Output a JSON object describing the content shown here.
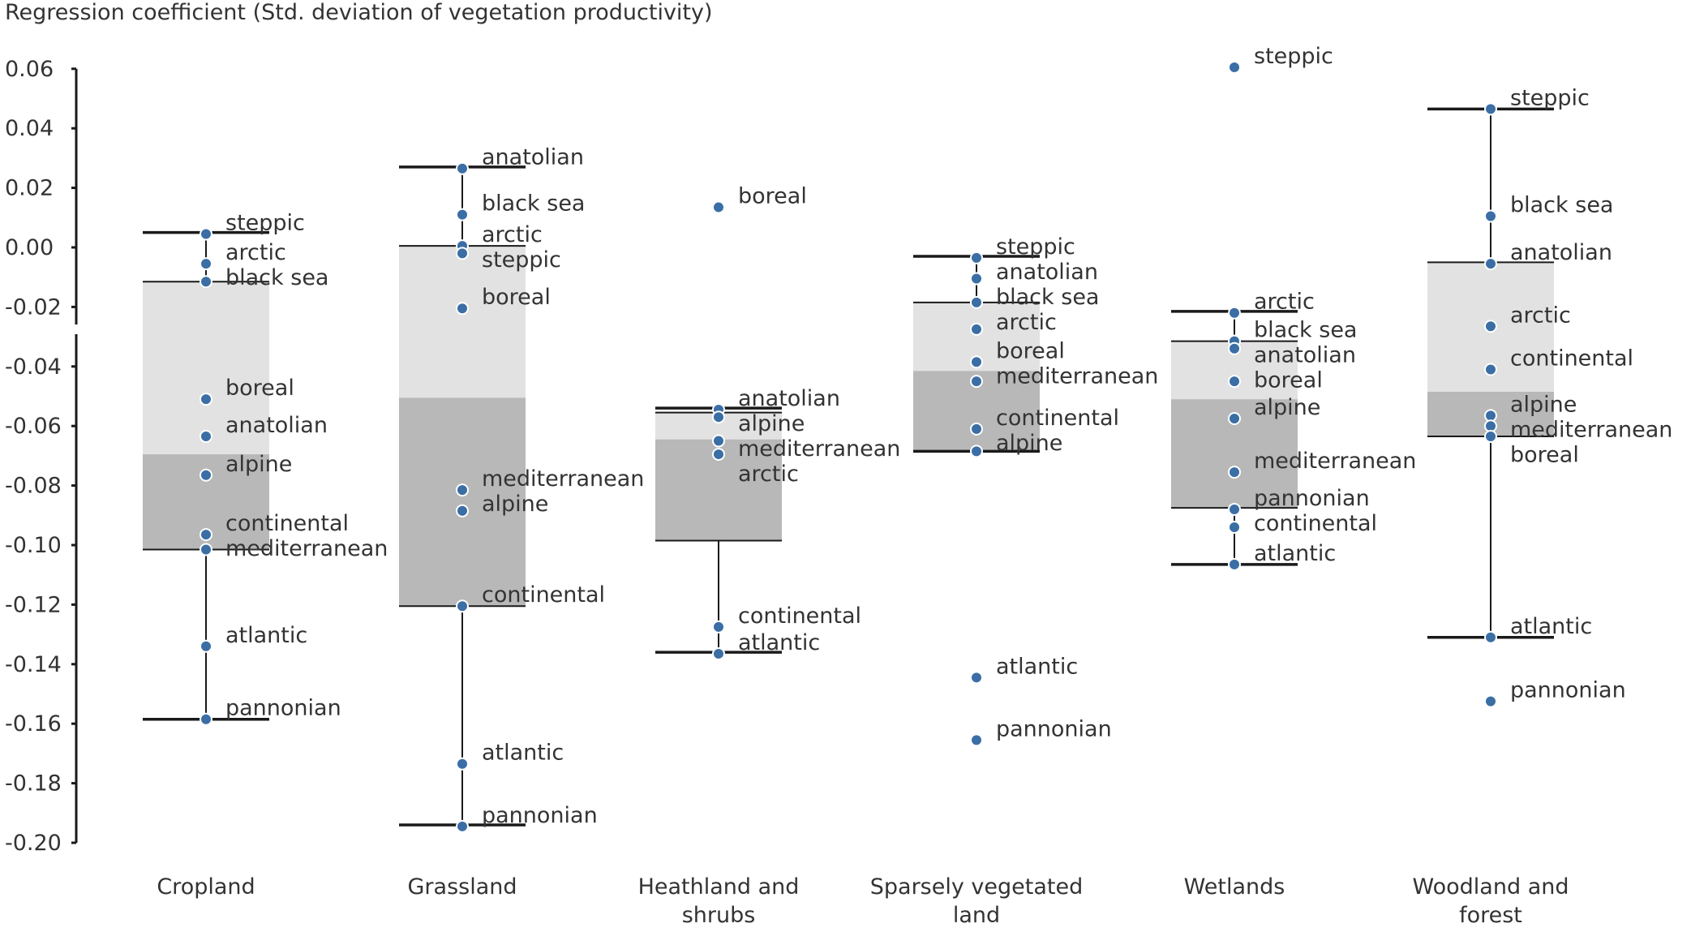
{
  "chart_data": {
    "type": "box",
    "title": "",
    "ylabel": "Regression coefficient (Std. deviation of vegetation productivity)",
    "xlabel": "",
    "ylim": [
      -0.2,
      0.065
    ],
    "yticks": [
      0.06,
      0.04,
      0.02,
      0.0,
      -0.02,
      -0.04,
      -0.06,
      -0.08,
      -0.1,
      -0.12,
      -0.14,
      -0.16,
      -0.18,
      -0.2
    ],
    "ytick_labels": [
      "0.06",
      "0.04",
      "0.02",
      "0.00",
      "-0.02",
      "-0.04",
      "-0.06",
      "-0.08",
      "-0.10",
      "-0.12",
      "-0.14",
      "-0.16",
      "-0.18",
      "-0.20"
    ],
    "grid": false,
    "legend": "none",
    "colors": {
      "point": "#3a6ea5",
      "point_stroke": "#ffffff",
      "box_upper": "#e2e2e2",
      "box_lower": "#b8b8b8",
      "line": "#1a1a1a",
      "text": "#333333"
    },
    "categories": [
      {
        "name": "Cropland",
        "label_lines": [
          "Cropland"
        ],
        "whisker_top": 0.005,
        "q3": -0.0115,
        "median": -0.0695,
        "q1": -0.1015,
        "whisker_bottom": -0.1585,
        "points": [
          {
            "label": "steppic",
            "value": 0.0045
          },
          {
            "label": "arctic",
            "value": -0.0055
          },
          {
            "label": "black sea",
            "value": -0.0115
          },
          {
            "label": "boreal",
            "value": -0.051
          },
          {
            "label": "anatolian",
            "value": -0.0635
          },
          {
            "label": "alpine",
            "value": -0.0765
          },
          {
            "label": "continental",
            "value": -0.0965
          },
          {
            "label": "mediterranean",
            "value": -0.1015
          },
          {
            "label": "atlantic",
            "value": -0.134
          },
          {
            "label": "pannonian",
            "value": -0.1585
          }
        ]
      },
      {
        "name": "Grassland",
        "label_lines": [
          "Grassland"
        ],
        "whisker_top": 0.027,
        "q3": 0.0005,
        "median": -0.0505,
        "q1": -0.1205,
        "whisker_bottom": -0.194,
        "points": [
          {
            "label": "anatolian",
            "value": 0.0265
          },
          {
            "label": "black sea",
            "value": 0.011
          },
          {
            "label": "arctic",
            "value": 0.0005
          },
          {
            "label": "steppic",
            "value": -0.002
          },
          {
            "label": "boreal",
            "value": -0.0205
          },
          {
            "label": "mediterranean",
            "value": -0.0815
          },
          {
            "label": "alpine",
            "value": -0.0885
          },
          {
            "label": "continental",
            "value": -0.1205
          },
          {
            "label": "atlantic",
            "value": -0.1735
          },
          {
            "label": "pannonian",
            "value": -0.1945
          }
        ]
      },
      {
        "name": "Heathland and shrubs",
        "label_lines": [
          "Heathland and",
          "shrubs"
        ],
        "whisker_top": -0.054,
        "q3": -0.0555,
        "median": -0.0645,
        "q1": -0.0985,
        "whisker_bottom": -0.136,
        "points": [
          {
            "label": "boreal",
            "value": 0.0135
          },
          {
            "label": "anatolian",
            "value": -0.0545
          },
          {
            "label": "alpine",
            "value": -0.057
          },
          {
            "label": "mediterranean",
            "value": -0.065
          },
          {
            "label": "arctic",
            "value": -0.0695
          },
          {
            "label": "continental",
            "value": -0.1275
          },
          {
            "label": "atlantic",
            "value": -0.1365
          }
        ]
      },
      {
        "name": "Sparsely vegetated land",
        "label_lines": [
          "Sparsely vegetated",
          "land"
        ],
        "whisker_top": -0.003,
        "q3": -0.0185,
        "median": -0.0415,
        "q1": -0.0685,
        "whisker_bottom": -0.0685,
        "points": [
          {
            "label": "steppic",
            "value": -0.0035
          },
          {
            "label": "anatolian",
            "value": -0.0105
          },
          {
            "label": "black sea",
            "value": -0.0185
          },
          {
            "label": "arctic",
            "value": -0.0275
          },
          {
            "label": "boreal",
            "value": -0.0385
          },
          {
            "label": "mediterranean",
            "value": -0.045
          },
          {
            "label": "continental",
            "value": -0.061
          },
          {
            "label": "alpine",
            "value": -0.0685
          },
          {
            "label": "atlantic",
            "value": -0.1445
          },
          {
            "label": "pannonian",
            "value": -0.1655
          }
        ]
      },
      {
        "name": "Wetlands",
        "label_lines": [
          "Wetlands"
        ],
        "whisker_top": -0.0215,
        "q3": -0.0315,
        "median": -0.051,
        "q1": -0.0875,
        "whisker_bottom": -0.1065,
        "points": [
          {
            "label": "steppic",
            "value": 0.0605
          },
          {
            "label": "arctic",
            "value": -0.022
          },
          {
            "label": "black sea",
            "value": -0.0315
          },
          {
            "label": "anatolian",
            "value": -0.034
          },
          {
            "label": "boreal",
            "value": -0.045
          },
          {
            "label": "alpine",
            "value": -0.0575
          },
          {
            "label": "mediterranean",
            "value": -0.0755
          },
          {
            "label": "pannonian",
            "value": -0.088
          },
          {
            "label": "continental",
            "value": -0.094
          },
          {
            "label": "atlantic",
            "value": -0.1065
          }
        ]
      },
      {
        "name": "Woodland and forest",
        "label_lines": [
          "Woodland and",
          "forest"
        ],
        "whisker_top": 0.0465,
        "q3": -0.005,
        "median": -0.0485,
        "q1": -0.0635,
        "whisker_bottom": -0.131,
        "points": [
          {
            "label": "steppic",
            "value": 0.0465
          },
          {
            "label": "black sea",
            "value": 0.0105
          },
          {
            "label": "anatolian",
            "value": -0.0055
          },
          {
            "label": "arctic",
            "value": -0.0265
          },
          {
            "label": "continental",
            "value": -0.041
          },
          {
            "label": "alpine",
            "value": -0.0565
          },
          {
            "label": "mediterranean",
            "value": -0.06
          },
          {
            "label": "boreal",
            "value": -0.0635
          },
          {
            "label": "atlantic",
            "value": -0.131
          },
          {
            "label": "pannonian",
            "value": -0.1525
          }
        ]
      }
    ]
  }
}
